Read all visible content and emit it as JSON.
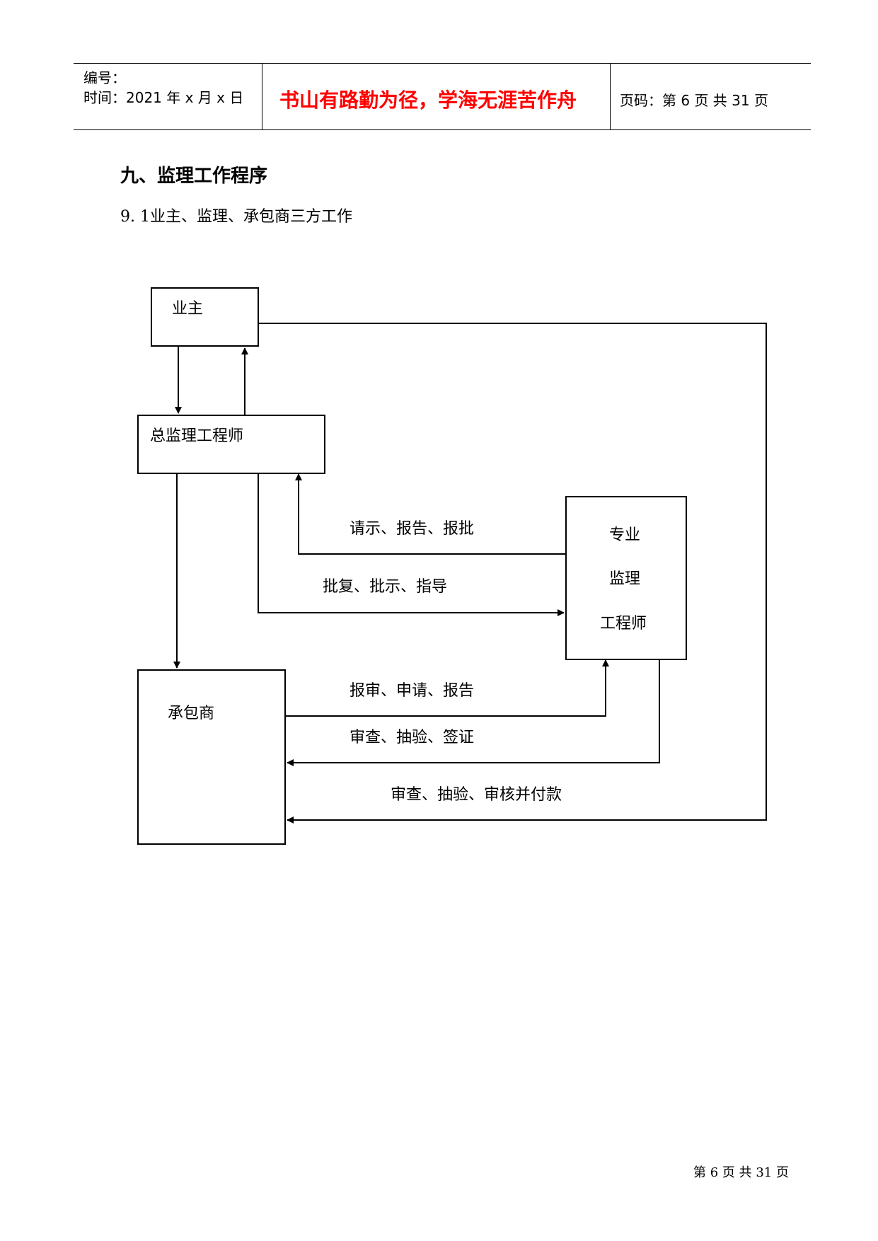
{
  "header": {
    "number_label": "编号：",
    "time_label": "时间：2021 年 x 月 x 日",
    "motto": "书山有路勤为径，学海无涯苦作舟",
    "page_label": "页码：第 6 页  共 31 页"
  },
  "section": {
    "title": "九、监理工作程序",
    "subtitle": "9. 1业主、监理、承包商三方工作"
  },
  "diagram": {
    "nodes": {
      "owner": "业主",
      "chief_engineer": "总监理工程师",
      "specialist_line1": "专业",
      "specialist_line2": "监理",
      "specialist_line3": "工程师",
      "contractor": "承包商"
    },
    "edges": {
      "request_report": "请示、报告、报批",
      "approve_instruct": "批复、批示、指导",
      "submit_apply": "报审、申请、报告",
      "inspect_sign": "审查、抽验、签证",
      "inspect_pay": "审查、抽验、审核并付款"
    }
  },
  "footer": {
    "page_text": "第 6 页 共 31 页"
  }
}
